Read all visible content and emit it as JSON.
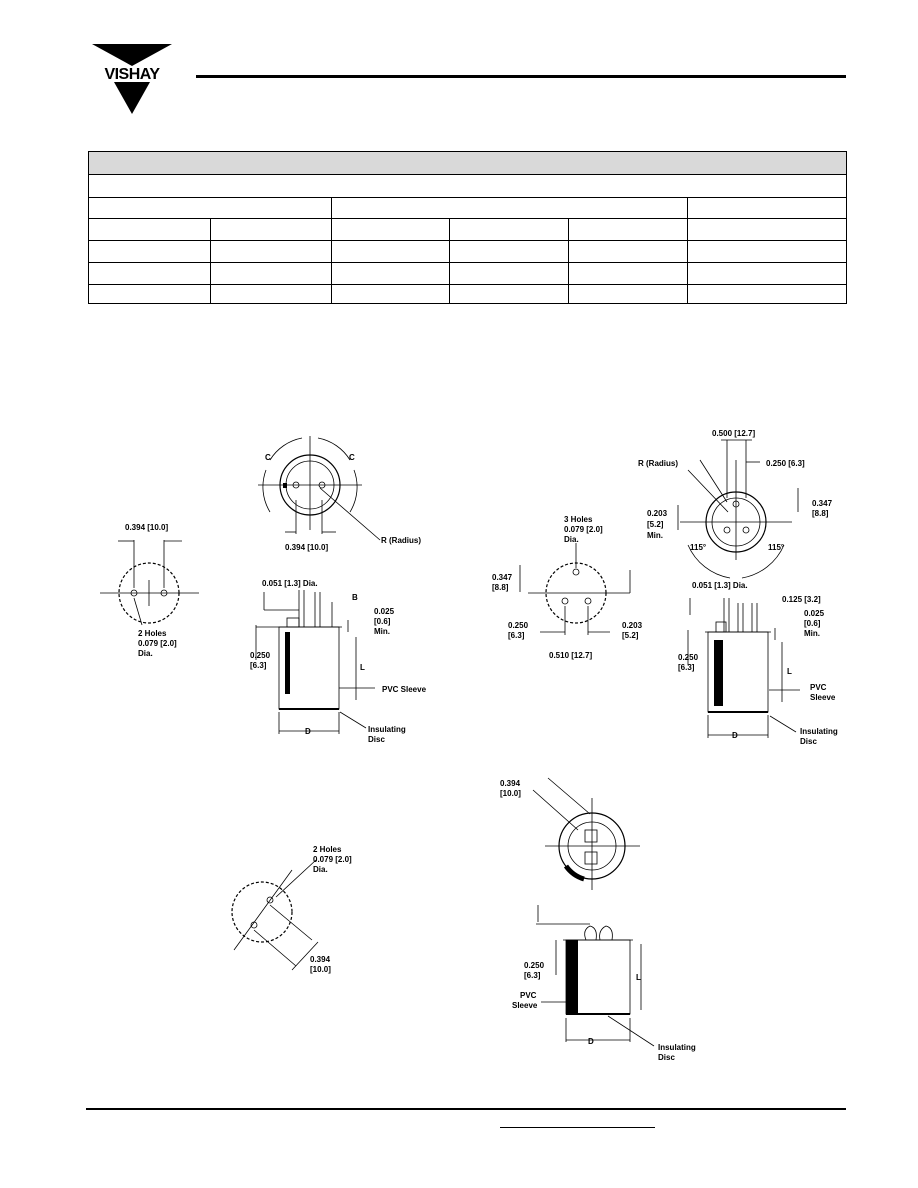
{
  "brand": {
    "name": "VISHAY"
  },
  "figure1": {
    "hole_spacing": "0.394 [10.0]",
    "holes_line1": "2 Holes",
    "holes_line2": "0.079 [2.0]",
    "holes_line3": "Dia.",
    "dim_c": "C",
    "top_spacing": "0.394 [10.0]",
    "radius": "R (Radius)",
    "pin_dia": "0.051 [1.3] Dia.",
    "dim_b": "B",
    "pin_len1": "0.025",
    "pin_len2": "[0.6]",
    "pin_len3": "Min.",
    "height1": "0.250",
    "height2": "[6.3]",
    "dim_l": "L",
    "sleeve": "PVC Sleeve",
    "disc1": "Insulating",
    "disc2": "Disc",
    "dim_d": "D"
  },
  "figure2": {
    "holes_line1": "3 Holes",
    "holes_line2": "0.079 [2.0]",
    "holes_line3": "Dia.",
    "left1": "0.347",
    "left2": "[8.8]",
    "left_spacing1": "0.250",
    "left_spacing2": "[6.3]",
    "right1": "0.203",
    "right2": "[5.2]",
    "bottom_spacing": "0.510 [12.7]",
    "top_spacing": "0.500 [12.7]",
    "radius": "R (Radius)",
    "offset": "0.250 [6.3]",
    "tv_left1": "0.203",
    "tv_left2": "[5.2]",
    "tv_left3": "Min.",
    "tv_right1": "0.347",
    "tv_right2": "[8.8]",
    "angle_left": "115°",
    "angle_right": "115°",
    "pin_dia": "0.051 [1.3] Dia.",
    "pin_space": "0.125 [3.2]",
    "pin_len1": "0.025",
    "pin_len2": "[0.6]",
    "pin_len3": "Min.",
    "height1": "0.250",
    "height2": "[6.3]",
    "dim_l": "L",
    "sleeve1": "PVC",
    "sleeve2": "Sleeve",
    "disc1": "Insulating",
    "disc2": "Disc",
    "dim_d": "D"
  },
  "figure3": {
    "holes_line1": "2 Holes",
    "holes_line2": "0.079 [2.0]",
    "holes_line3": "Dia.",
    "spacing1": "0.394",
    "spacing2": "[10.0]"
  },
  "figure4": {
    "spacing1": "0.394",
    "spacing2": "[10.0]",
    "height1": "0.250",
    "height2": "[6.3]",
    "sleeve1": "PVC",
    "sleeve2": "Sleeve",
    "dim_l": "L",
    "dim_d": "D",
    "disc1": "Insulating",
    "disc2": "Disc"
  }
}
